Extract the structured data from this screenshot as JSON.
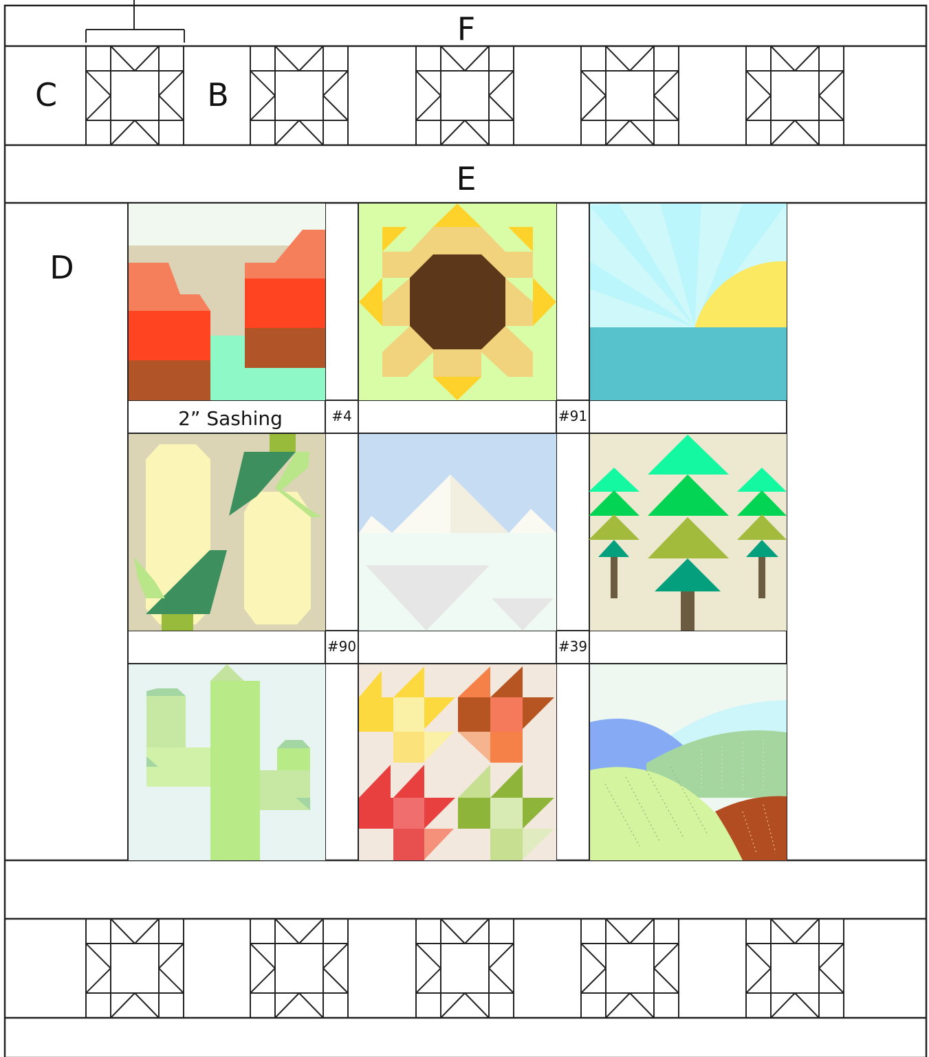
{
  "labels": {
    "top_border": "F",
    "star_row_side": "C",
    "star_spacer": "B",
    "middle_border": "E",
    "side_border": "D",
    "sashing": "2” Sashing"
  },
  "block_numbers": {
    "row1_col1": "#4",
    "row1_col2": "#91",
    "row2_col1": "#90",
    "row2_col2": "#39"
  },
  "blocks": [
    {
      "name": "canyon-block",
      "colors": {
        "sky": "#f1f8ef",
        "ground": "#dcd3b6",
        "salmon": "#f57f5b",
        "red": "#ff4422",
        "brown": "#b15428",
        "mint": "#8ff8c7"
      }
    },
    {
      "name": "sunflower-block",
      "colors": {
        "bg": "#d9fda6",
        "center": "#5c3719",
        "petal": "#f1d27d",
        "tip": "#fed12b"
      }
    },
    {
      "name": "sunrise-block",
      "colors": {
        "sky": "#cff8fa",
        "ray": "#baf6fb",
        "sun": "#fbe962",
        "sea": "#58c2cc"
      }
    },
    {
      "name": "corn-block",
      "colors": {
        "bg": "#dbd4b5",
        "cob": "#fbf5b7",
        "leaf": "#3e8f5e",
        "light_leaf": "#b8e688",
        "stem": "#98bb3c"
      }
    },
    {
      "name": "mountain-block",
      "colors": {
        "sky": "#c6dcf3",
        "snow": "#fbfaf2",
        "shade": "#f2efe1",
        "lake": "#f0faf5",
        "grey": "#e6e6e6"
      }
    },
    {
      "name": "trees-block",
      "colors": {
        "bg": "#ede8d0",
        "top": "#15f8a2",
        "mid": "#04d453",
        "low": "#a2bb3c",
        "dark": "#04a07d",
        "trunk": "#6b5b40"
      }
    },
    {
      "name": "cactus-block",
      "colors": {
        "bg": "#e8f4f2",
        "cactus": "#b8ea88",
        "light": "#d0f1a7",
        "shade": "#a3d6a3"
      }
    },
    {
      "name": "leaves-block",
      "colors": {
        "bg": "#f3e8de",
        "yellow": "#fcd93e",
        "pale_yellow": "#fbf1a6",
        "orange": "#f58149",
        "rust": "#b65422",
        "red": "#e83f3f",
        "pink": "#f16e6e",
        "green": "#8fb43a",
        "light_green": "#c6df91"
      }
    },
    {
      "name": "fields-block",
      "colors": {
        "sky": "#eff8f0",
        "cloud": "#cdf6fb",
        "blue": "#86aaf4",
        "green": "#a5d6a0",
        "light_green": "#d4f49f",
        "rust": "#b24d22"
      }
    }
  ]
}
